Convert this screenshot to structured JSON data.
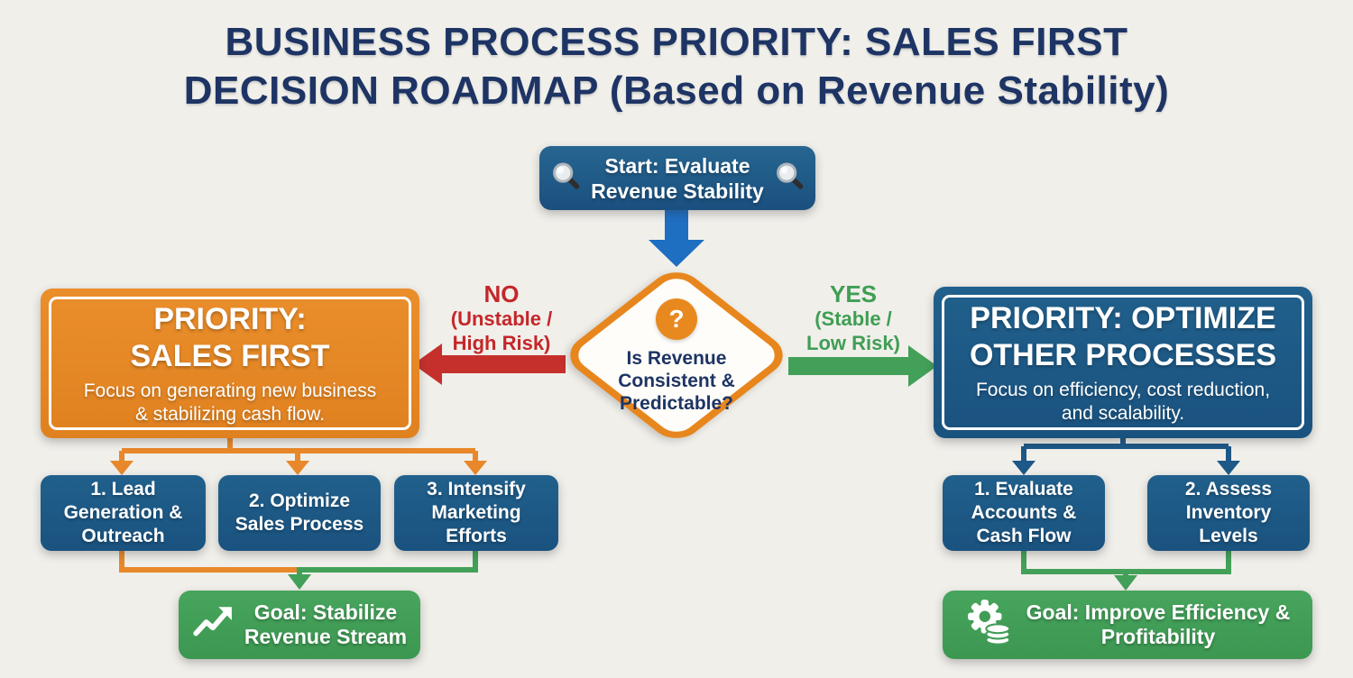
{
  "title": {
    "line1": "BUSINESS PROCESS PRIORITY: SALES FIRST",
    "line2": "DECISION ROADMAP (Based on Revenue Stability)"
  },
  "start_node": {
    "line1": "Start: Evaluate",
    "line2": "Revenue Stability"
  },
  "decision_node": {
    "icon_glyph": "?",
    "line1": "Is Revenue",
    "line2": "Consistent &",
    "line3": "Predictable?"
  },
  "no_branch": {
    "label": "NO",
    "qualifier_line1": "(Unstable /",
    "qualifier_line2": "High Risk)"
  },
  "yes_branch": {
    "label": "YES",
    "qualifier_line1": "(Stable /",
    "qualifier_line2": "Low Risk)"
  },
  "left_path": {
    "priority_title_line1": "PRIORITY:",
    "priority_title_line2": "SALES FIRST",
    "priority_desc_line1": "Focus on generating new business",
    "priority_desc_line2": "& stabilizing cash flow.",
    "steps": [
      {
        "label": "1. Lead Generation & Outreach"
      },
      {
        "label": "2. Optimize Sales Process"
      },
      {
        "label": "3. Intensify Marketing Efforts"
      }
    ],
    "goal_line1": "Goal: Stabilize",
    "goal_line2": "Revenue Stream"
  },
  "right_path": {
    "priority_title_line1": "PRIORITY: OPTIMIZE",
    "priority_title_line2": "OTHER PROCESSES",
    "priority_desc_line1": "Focus on efficiency, cost reduction,",
    "priority_desc_line2": "and scalability.",
    "steps": [
      {
        "label": "1. Evaluate Accounts & Cash Flow"
      },
      {
        "label": "2. Assess Inventory Levels"
      }
    ],
    "goal_line1": "Goal: Improve Efficiency &",
    "goal_line2": "Profitability"
  },
  "colors": {
    "background": "#f0efea",
    "title_navy": "#1d3464",
    "node_blue": "#1d5886",
    "bright_blue_arrow": "#1e6ec2",
    "orange": "#e8882a",
    "red": "#c5302d",
    "green": "#43a058",
    "white": "#ffffff"
  }
}
